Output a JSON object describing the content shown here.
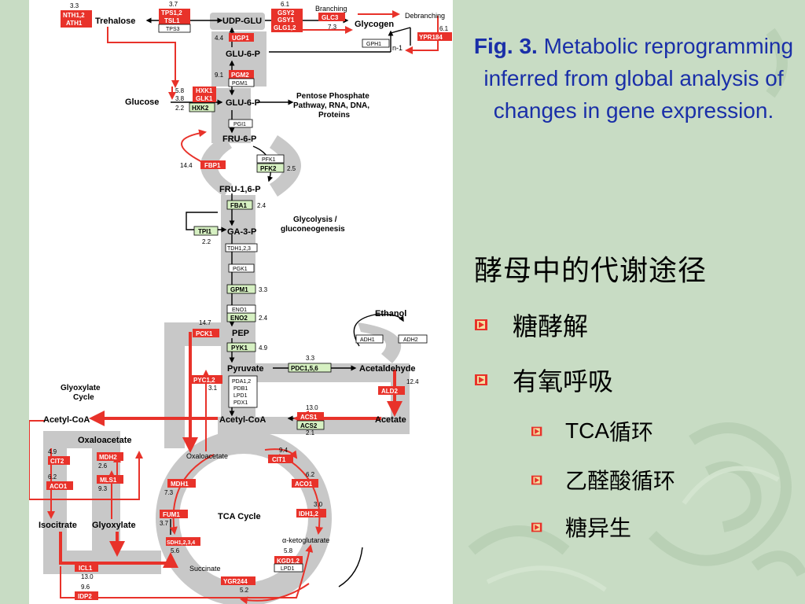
{
  "caption": {
    "fig_label": "Fig. 3.",
    "text": "Metabolic reprogramming inferred from global analysis of changes in gene expression."
  },
  "outline": {
    "heading": "酵母中的代谢途径",
    "items": [
      {
        "label": "糖酵解"
      },
      {
        "label": "有氧呼吸"
      }
    ],
    "subitems": [
      {
        "prefix": "TCA",
        "label": "循环"
      },
      {
        "prefix": "",
        "label": "乙醛酸循环"
      },
      {
        "prefix": "",
        "label": "糖异生"
      }
    ]
  },
  "diagram": {
    "metabolites": {
      "trehalose": "Trehalose",
      "udp_glu": "UDP-GLU",
      "glycogen": "Glycogen",
      "glu6p_top": "GLU-6-P",
      "glucose": "Glucose",
      "glu6p": "GLU-6-P",
      "ppp": [
        "Pentose Phosphate",
        "Pathway, RNA, DNA,",
        "Proteins"
      ],
      "fru6p": "FRU-6-P",
      "fru16p": "FRU-1,6-P",
      "ga3p": "GA-3-P",
      "pep": "PEP",
      "pyruvate": "Pyruvate",
      "acetaldehyde": "Acetaldehyde",
      "ethanol": "Ethanol",
      "acetate": "Acetate",
      "acetyl_coa_main": "Acetyl-CoA",
      "acetyl_coa_left": "Acetyl-CoA",
      "oxaloacetate_glyox": "Oxaloacetate",
      "oxaloacetate_tca": "Oxaloacetate",
      "isocitrate": "Isocitrate",
      "glyoxylate": "Glyoxylate",
      "succinate": "Succinate",
      "akg": "α-ketoglutarate"
    },
    "labels": {
      "branching": "Branching",
      "debranching": "Debranching",
      "glycolysis": [
        "Glycolysis /",
        "gluconeogenesis"
      ],
      "glyoxylate_cycle": [
        "Glyoxylate",
        "Cycle"
      ],
      "tca_cycle": "TCA Cycle",
      "n_minus_1": "n-1"
    },
    "enzymes": {
      "nth": [
        "NTH1,2",
        "ATH1"
      ],
      "tps": [
        "TPS1,2",
        "TSL1"
      ],
      "tps3": "TPS3",
      "gsy": [
        "GSY2",
        "GSY1",
        "GLG1,2"
      ],
      "glc3": "GLC3",
      "gph1": "GPH1",
      "ypr184": "YPR184",
      "ugp1": "UGP1",
      "pgm2": "PGM2",
      "pgm1": "PGM1",
      "hxk": [
        "HXK1",
        "GLK1"
      ],
      "hxk2": "HXK2",
      "pgi1": "PGI1",
      "pfk1": "PFK1",
      "pfk2": "PFK2",
      "fbp1": "FBP1",
      "fba1": "FBA1",
      "tpi1": "TPI1",
      "tdh": "TDH1,2,3",
      "pgk1": "PGK1",
      "gpm1": "GPM1",
      "eno1": "ENO1",
      "eno2": "ENO2",
      "pck1": "PCK1",
      "pyk1": "PYK1",
      "pdc": "PDC1,5,6",
      "adh1": "ADH1",
      "adh2": "ADH2",
      "ald2": "ALD2",
      "pyc": "PYC1,2",
      "pda": [
        "PDA1,2",
        "PDB1",
        "LPD1",
        "PDX1"
      ],
      "acs1": "ACS1",
      "acs2": "ACS2",
      "cit2": "CIT2",
      "aco1_glyox": "ACO1",
      "mdh2": "MDH2",
      "mls1": "MLS1",
      "cit1": "CIT1",
      "aco1_tca": "ACO1",
      "idh": "IDH1,2",
      "mdh1": "MDH1",
      "fum1": "FUM1",
      "sdh": "SDH1,2,3,4",
      "kgd": "KGD1,2",
      "lpd1": "LPD1",
      "ygr244": "YGR244",
      "icl1": "ICL1",
      "idp2": "IDP2"
    },
    "values": {
      "nth": "3.3",
      "tps": "3.7",
      "gsy": "6.1",
      "glc3": "7.3",
      "ypr184": "6.1",
      "ugp1": "4.4",
      "pgm2": "9.1",
      "hxk1": "5.8",
      "glk1": "3.8",
      "hxk2": "2.2",
      "fbp1": "14.4",
      "pfk2": "2.5",
      "fba1": "2.4",
      "tpi1": "2.2",
      "gpm1": "3.3",
      "eno2": "2.4",
      "pck1": "14.7",
      "pyk1": "4.9",
      "pdc": "3.3",
      "ald2": "12.4",
      "pyc": "3.1",
      "acs1": "13.0",
      "acs2": "2.1",
      "cit2": "4.9",
      "mdh2": "2.6",
      "aco1_glyox": "6.2",
      "mls1": "9.3",
      "cit1": "9.4",
      "aco1_tca": "6.2",
      "idh": "3.0",
      "mdh1": "7.3",
      "fum1": "3.7",
      "sdh": "5.6",
      "kgd": "5.8",
      "ygr244": "5.2",
      "icl1": "13.0",
      "idp2": "9.6"
    }
  }
}
